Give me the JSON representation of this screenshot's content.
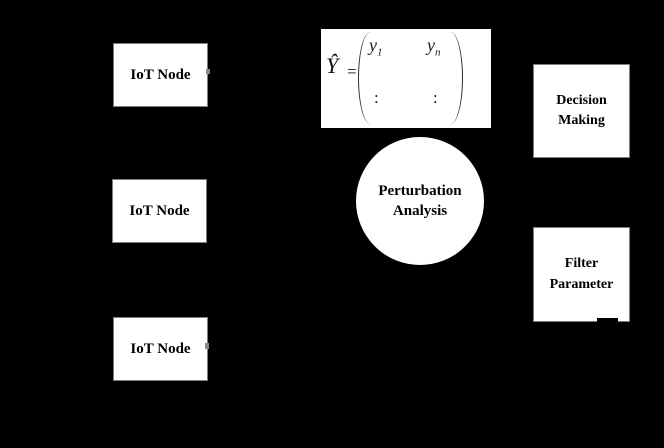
{
  "diagram": {
    "colors": {
      "canvas": "#000000",
      "shape_fill": "#ffffff",
      "shape_border": "#7d7d7d",
      "text": "#000000"
    },
    "iot_nodes": [
      {
        "label": "IoT Node"
      },
      {
        "label": "IoT Node"
      },
      {
        "label": "IoT Node"
      }
    ],
    "perturbation": {
      "label": "Perturbation\nAnalysis"
    },
    "decision": {
      "label": "Decision\nMaking"
    },
    "filter": {
      "label": "Filter\nParameter"
    },
    "equation": {
      "lhs": "Ŷ",
      "equals": "=",
      "matrix": {
        "top_left_base": "y",
        "top_left_sub": "1",
        "top_right_base": "y",
        "top_right_sub": "n",
        "bottom_left_dots": ":",
        "bottom_right_dots": ":"
      }
    }
  }
}
